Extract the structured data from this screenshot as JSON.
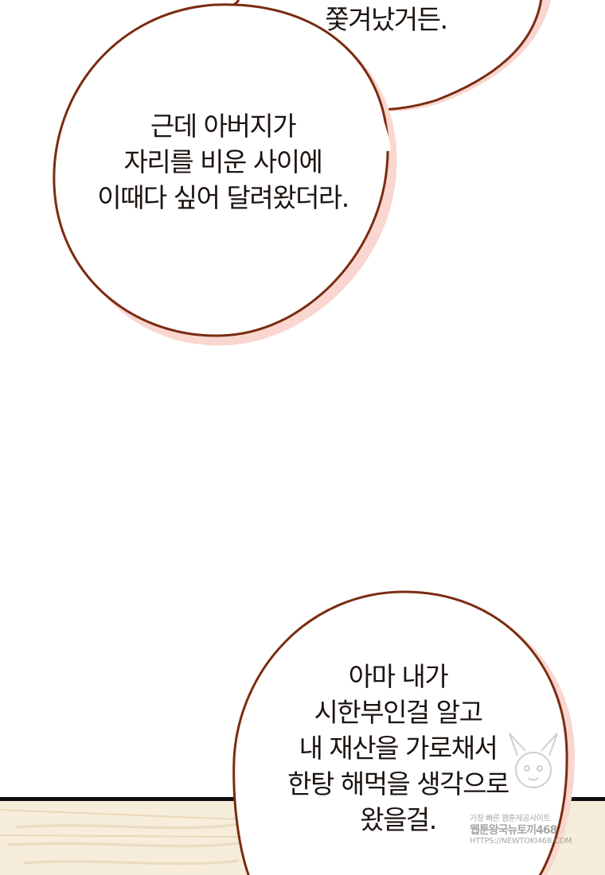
{
  "bubbles": [
    {
      "lines": [
        "쫓겨났거든."
      ]
    },
    {
      "lines": [
        "근데 아버지가",
        "자리를 비운 사이에",
        "이때다 싶어 달려왔더라."
      ]
    },
    {
      "lines": [
        "아마 내가",
        "시한부인걸 알고",
        "내 재산을 가로채서",
        "한탕 해먹을 생각으로",
        "왔을걸."
      ]
    }
  ],
  "watermark": {
    "line1": "가장 빠른 웹툰제공사이트",
    "line2": "웹툰왕국뉴토끼468",
    "line3": "HTTPS://NEWTOKI468.COM"
  },
  "colors": {
    "outline": "#7a2c10",
    "shadow": "#f9d6cf",
    "text": "#1c1410",
    "background": "#ffffff",
    "floor": "#f6eddb"
  }
}
